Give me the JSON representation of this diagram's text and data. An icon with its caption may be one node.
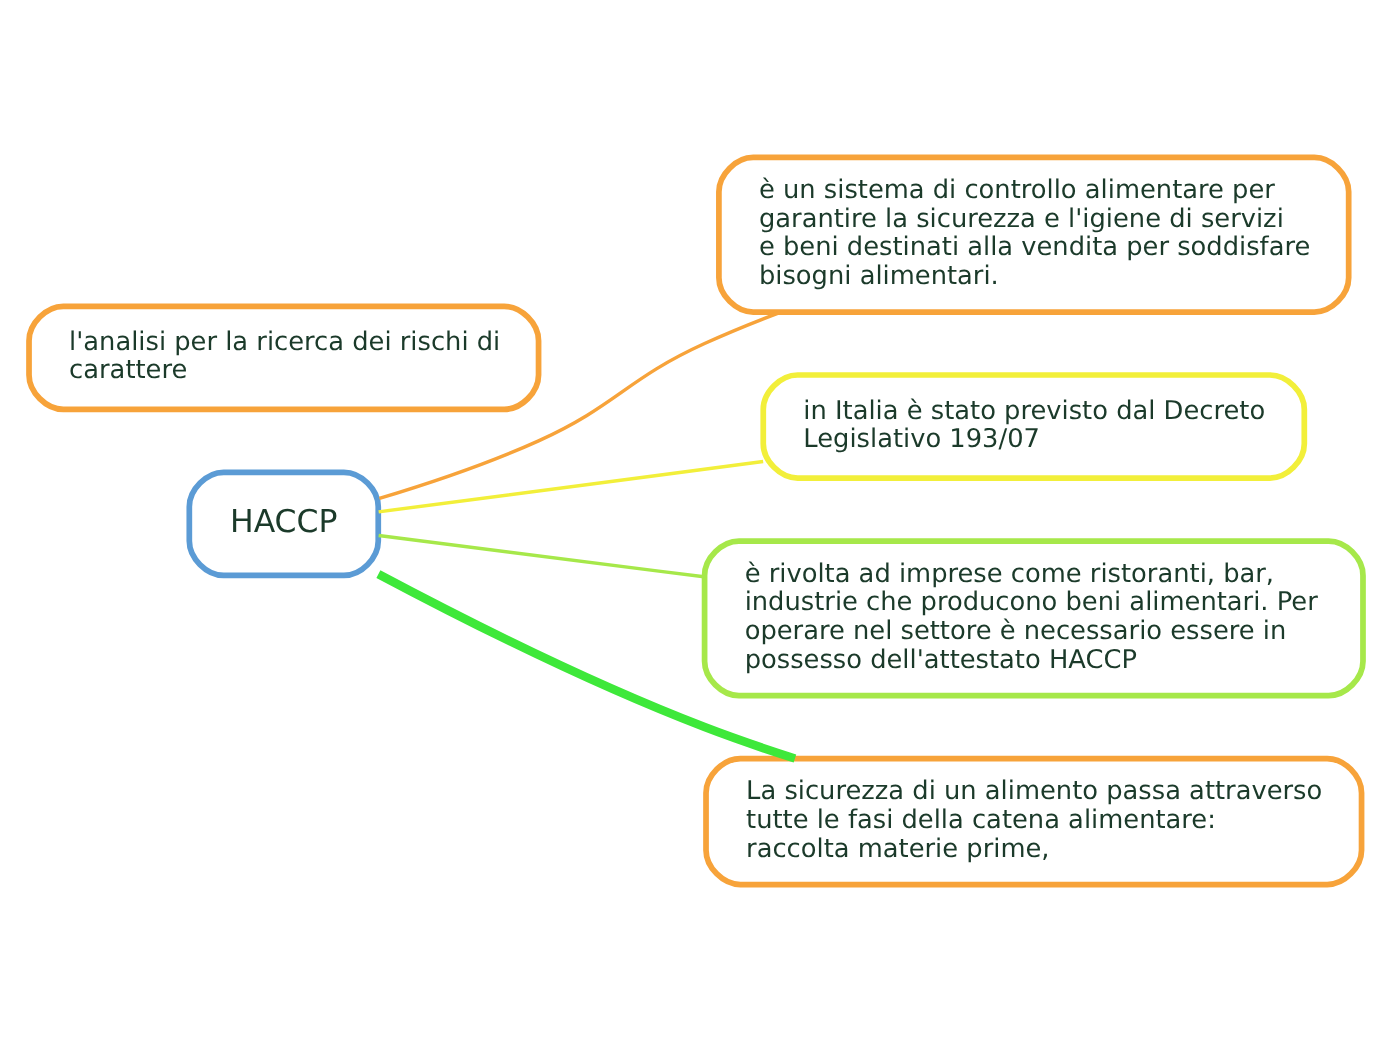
{
  "diagram": {
    "nodes": [
      {
        "text": [
          "HACCP"
        ]
      },
      {
        "text": [
          "è un sistema di controllo alimentare per garantire la sicurezza e l'igiene di servizi e beni destinati alla vendita per soddisfare bisogni alimentari."
        ]
      },
      {
        "text": [
          "in Italia è stato previsto dal Decreto Legislativo 193/07"
        ]
      },
      {
        "text": [
          "è rivolta ad imprese come ristoranti, bar, industrie che producono beni alimentari. Per operare nel settore è necessario essere in possesso dell'attestato HACCP"
        ]
      },
      {
        "text": [
          "La sicurezza di un alimento passa attraverso tutte le fasi della catena alimentare: raccolta materie prime,"
        ]
      },
      {
        "text": [
          "l'analisi per la ricerca dei rischi di carattere"
        ]
      }
    ],
    "edges": [
      {
        "from": 0,
        "to": 1,
        "arrow": "none",
        "color": "#f7a33a"
      },
      {
        "from": 0,
        "to": 2,
        "arrow": "none",
        "color": "#f2ef3a"
      },
      {
        "from": 0,
        "to": 3,
        "arrow": "none",
        "color": "#a6e84a"
      },
      {
        "from": 0,
        "to": 4,
        "arrow": "none",
        "style": "thick",
        "color": "#3ee83a"
      }
    ]
  }
}
